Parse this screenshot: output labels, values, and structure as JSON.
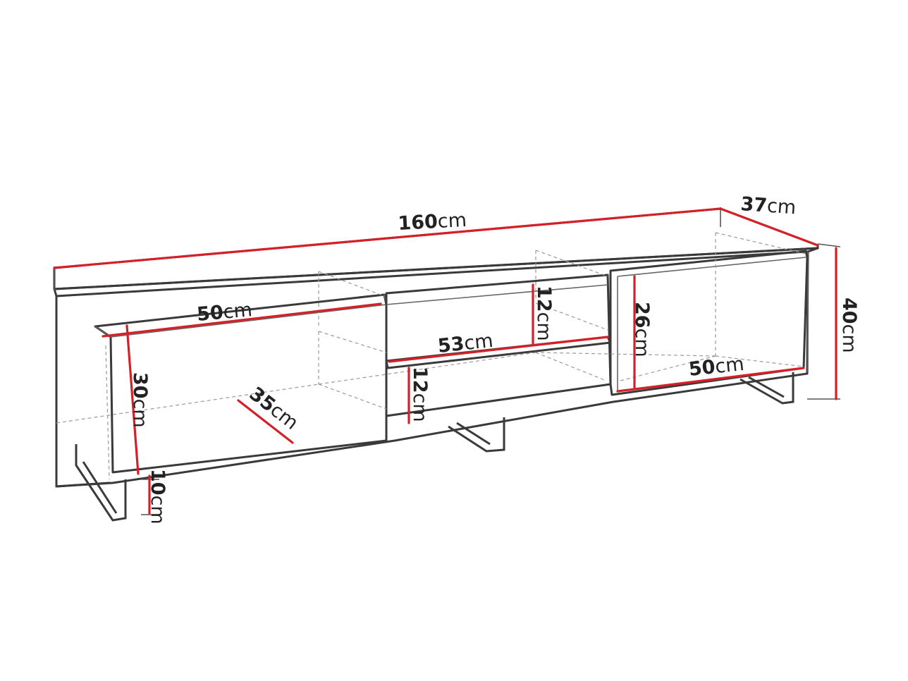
{
  "colors": {
    "dimension_line": "#d62027",
    "outline": "#3a3a3a",
    "text": "#222222"
  },
  "dimensions": {
    "total_width": {
      "value": "160",
      "unit": "cm"
    },
    "depth": {
      "value": "37",
      "unit": "cm"
    },
    "total_height": {
      "value": "40",
      "unit": "cm"
    },
    "left_compartment_width": {
      "value": "50",
      "unit": "cm"
    },
    "left_compartment_height": {
      "value": "30",
      "unit": "cm"
    },
    "left_compartment_depth": {
      "value": "35",
      "unit": "cm"
    },
    "leg_height": {
      "value": "10",
      "unit": "cm"
    },
    "center_shelf_width": {
      "value": "53",
      "unit": "cm"
    },
    "center_upper_height": {
      "value": "12",
      "unit": "cm"
    },
    "center_lower_height": {
      "value": "12",
      "unit": "cm"
    },
    "right_compartment_height": {
      "value": "26",
      "unit": "cm"
    },
    "right_compartment_width": {
      "value": "50",
      "unit": "cm"
    }
  }
}
